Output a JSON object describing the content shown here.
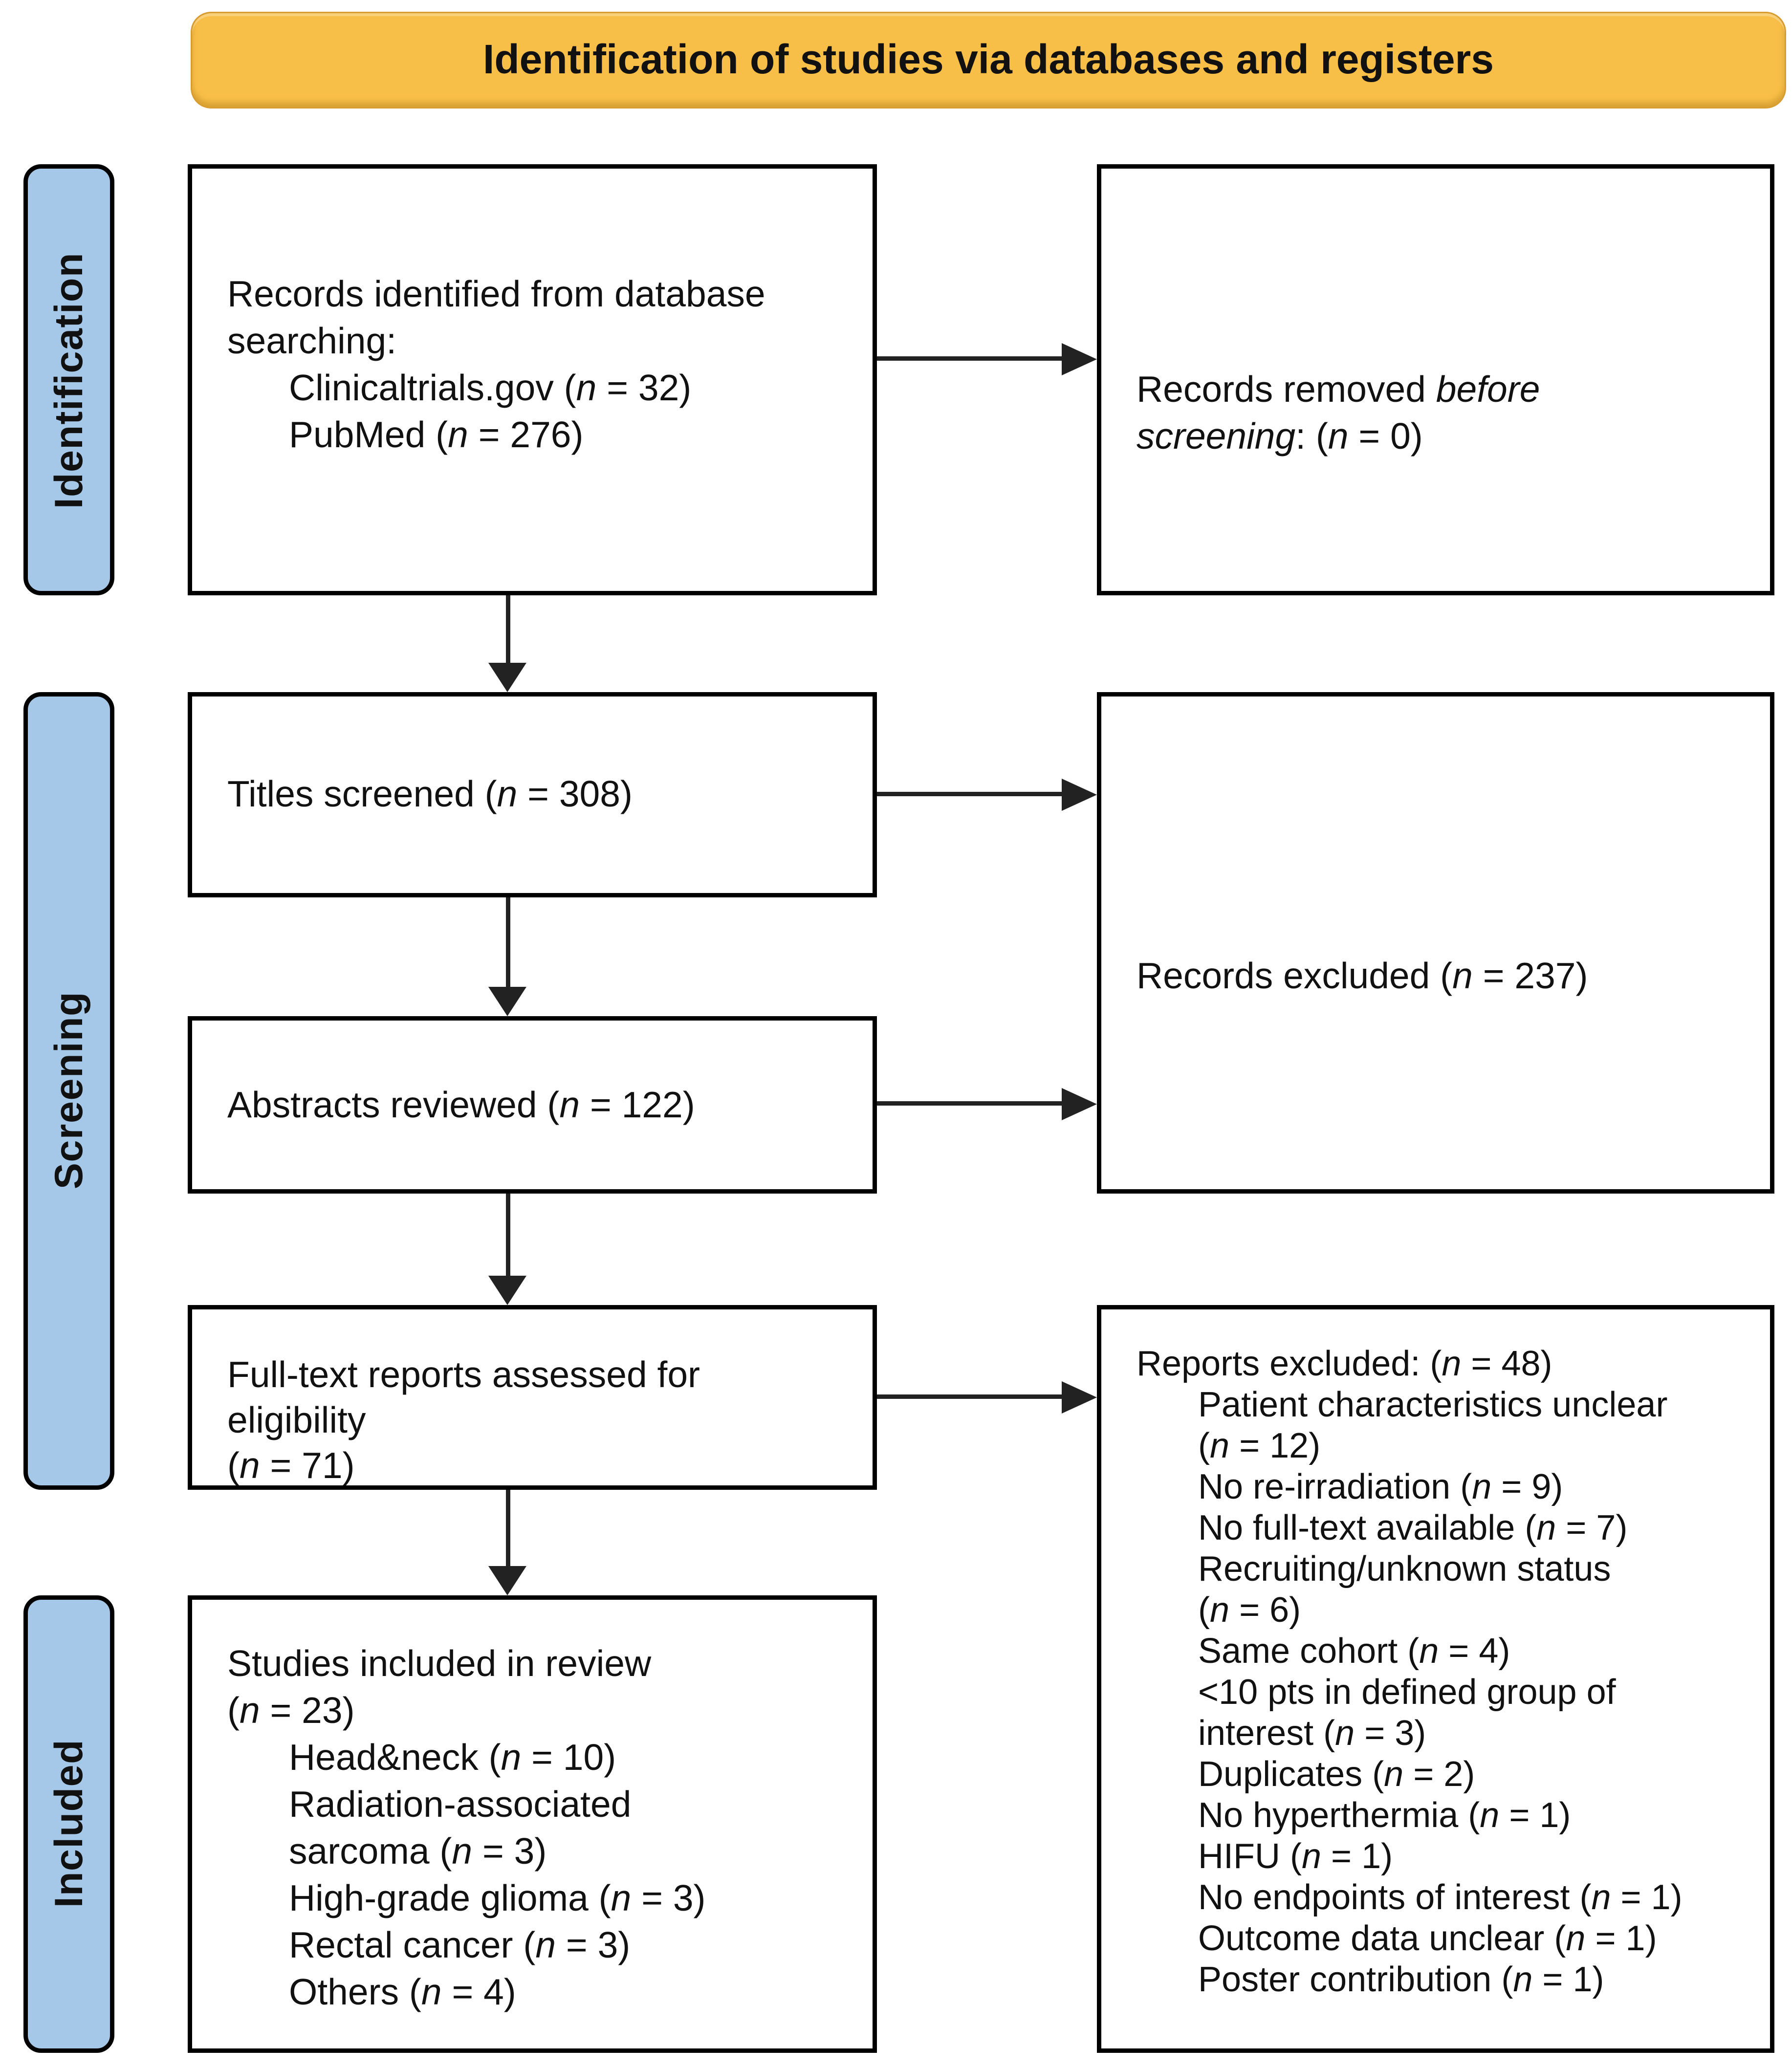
{
  "banner": {
    "title": "Identification of studies via databases and registers"
  },
  "colors": {
    "banner_fill": "#F8BF48",
    "banner_border": "#D79B30",
    "stage_fill": "#A6C8E8",
    "box_border": "#000000",
    "arrow": "#222222",
    "text": "#111111"
  },
  "stages": [
    {
      "id": "identification",
      "label": "Identification"
    },
    {
      "id": "screening",
      "label": "Screening"
    },
    {
      "id": "included",
      "label": "Included"
    }
  ],
  "boxes": {
    "records_identified": {
      "lines": [
        {
          "text": "Records identified from database",
          "indent": 0
        },
        {
          "text": "searching:",
          "indent": 0
        },
        {
          "text": "Clinicaltrials.gov (*n* = 32)",
          "indent": 1
        },
        {
          "text": "PubMed (*n* = 276)",
          "indent": 1
        }
      ]
    },
    "records_removed": {
      "lines": [
        {
          "text": "Records removed *before*",
          "indent": 0
        },
        {
          "text": "*screening*: (*n* = 0)",
          "indent": 0
        }
      ]
    },
    "titles_screened": {
      "lines": [
        {
          "text": "Titles screened (*n* = 308)",
          "indent": 0
        }
      ]
    },
    "records_excluded": {
      "lines": [
        {
          "text": "Records excluded (*n* = 237)",
          "indent": 0
        }
      ]
    },
    "abstracts_reviewed": {
      "lines": [
        {
          "text": "Abstracts reviewed (*n* = 122)",
          "indent": 0
        }
      ]
    },
    "fulltext_assessed": {
      "lines": [
        {
          "text": "Full-text reports assessed for",
          "indent": 0
        },
        {
          "text": "eligibility",
          "indent": 0
        },
        {
          "text": "(*n* = 71)",
          "indent": 0
        }
      ]
    },
    "studies_included": {
      "lines": [
        {
          "text": "Studies included in review",
          "indent": 0
        },
        {
          "text": "(*n* = 23)",
          "indent": 0
        },
        {
          "text": "Head&neck (*n* = 10)",
          "indent": 1
        },
        {
          "text": "Radiation-associated",
          "indent": 1
        },
        {
          "text": "sarcoma (*n* = 3)",
          "indent": 1
        },
        {
          "text": "High-grade glioma (*n* = 3)",
          "indent": 1
        },
        {
          "text": "Rectal cancer (*n* = 3)",
          "indent": 1
        },
        {
          "text": "Others (*n* = 4)",
          "indent": 1
        }
      ]
    },
    "reports_excluded": {
      "lines": [
        {
          "text": "Reports excluded: (*n* = 48)",
          "indent": 0
        },
        {
          "text": "Patient characteristics unclear",
          "indent": 1
        },
        {
          "text": "(*n* = 12)",
          "indent": 1
        },
        {
          "text": "No re-irradiation (*n* = 9)",
          "indent": 1
        },
        {
          "text": "No full-text available (*n* = 7)",
          "indent": 1
        },
        {
          "text": "Recruiting/unknown status",
          "indent": 1
        },
        {
          "text": "(*n* = 6)",
          "indent": 1
        },
        {
          "text": "Same cohort (*n* = 4)",
          "indent": 1
        },
        {
          "text": "<10 pts in defined group of",
          "indent": 1
        },
        {
          "text": "interest (*n* = 3)",
          "indent": 1
        },
        {
          "text": "Duplicates (*n* = 2)",
          "indent": 1
        },
        {
          "text": "No hyperthermia (*n* = 1)",
          "indent": 1
        },
        {
          "text": "HIFU (*n* = 1)",
          "indent": 1
        },
        {
          "text": "No endpoints of interest (*n* = 1)",
          "indent": 1
        },
        {
          "text": "Outcome data unclear (*n* = 1)",
          "indent": 1
        },
        {
          "text": "Poster contribution (*n* = 1)",
          "indent": 1
        }
      ]
    }
  }
}
